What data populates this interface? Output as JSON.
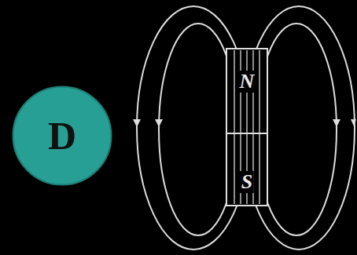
{
  "diagram": {
    "nodes": [
      {
        "text": [
          "D"
        ]
      }
    ],
    "labels": [
      "N",
      "S"
    ]
  }
}
